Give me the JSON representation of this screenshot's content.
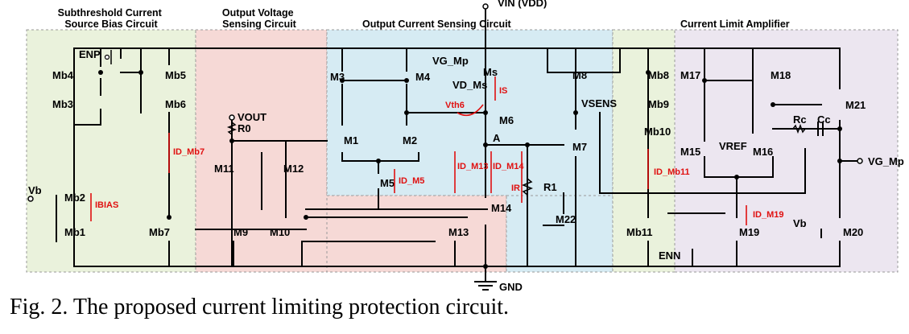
{
  "blocks": {
    "subthreshold": "Subthreshold Current\nSource Bias Circuit",
    "output_voltage": "Output Voltage\nSensing Circuit",
    "output_current": "Output Current Sensing Circuit",
    "current_limit": "Current Limit Amplifier"
  },
  "rails": {
    "vin": "VIN (VDD)",
    "gnd": "GND"
  },
  "nodes": {
    "vout": "VOUT",
    "vb_left": "Vb",
    "vb_right": "Vb",
    "vsens": "VSENS",
    "vg_mp_in": "VG_Mp",
    "vg_mp_out": "VG_Mp",
    "vd_ms": "VD_Ms",
    "vref": "VREF",
    "node_a": "A",
    "enp": "ENP",
    "enn": "ENN"
  },
  "devices": {
    "mb1": "Mb1",
    "mb2": "Mb2",
    "mb3": "Mb3",
    "mb4": "Mb4",
    "mb5": "Mb5",
    "mb6": "Mb6",
    "mb7": "Mb7",
    "mb8": "Mb8",
    "mb9": "Mb9",
    "mb10": "Mb10",
    "mb11": "Mb11",
    "m1": "M1",
    "m2": "M2",
    "m3": "M3",
    "m4": "M4",
    "m5": "M5",
    "m6": "M6",
    "m7": "M7",
    "m8": "M8",
    "m9": "M9",
    "m10": "M10",
    "m11": "M11",
    "m12": "M12",
    "m13": "M13",
    "m14": "M14",
    "m15": "M15",
    "m16": "M16",
    "m17": "M17",
    "m18": "M18",
    "m19": "M19",
    "m20": "M20",
    "m21": "M21",
    "m22": "M22",
    "ms": "Ms",
    "r0": "R0",
    "r1": "R1",
    "rc": "Rc",
    "cc": "Cc"
  },
  "currents": {
    "ibias": "IBIAS",
    "id_mb7": "ID_Mb7",
    "id_m5": "ID_M5",
    "id_m13": "ID_M13",
    "id_m14": "ID_M14",
    "ir": "IR",
    "is": "IS",
    "vth6": "Vth6",
    "id_mb11": "ID_Mb11",
    "id_m19": "ID_M19"
  },
  "colors": {
    "bias_green": "#eaf2dc",
    "vsense_pink": "#f6d9d6",
    "isense_blue": "#d6ebf3",
    "amp_purple": "#ece6f0",
    "annotation_red": "#e01010"
  },
  "caption": "Fig. 2.   The proposed current limiting protection circuit."
}
